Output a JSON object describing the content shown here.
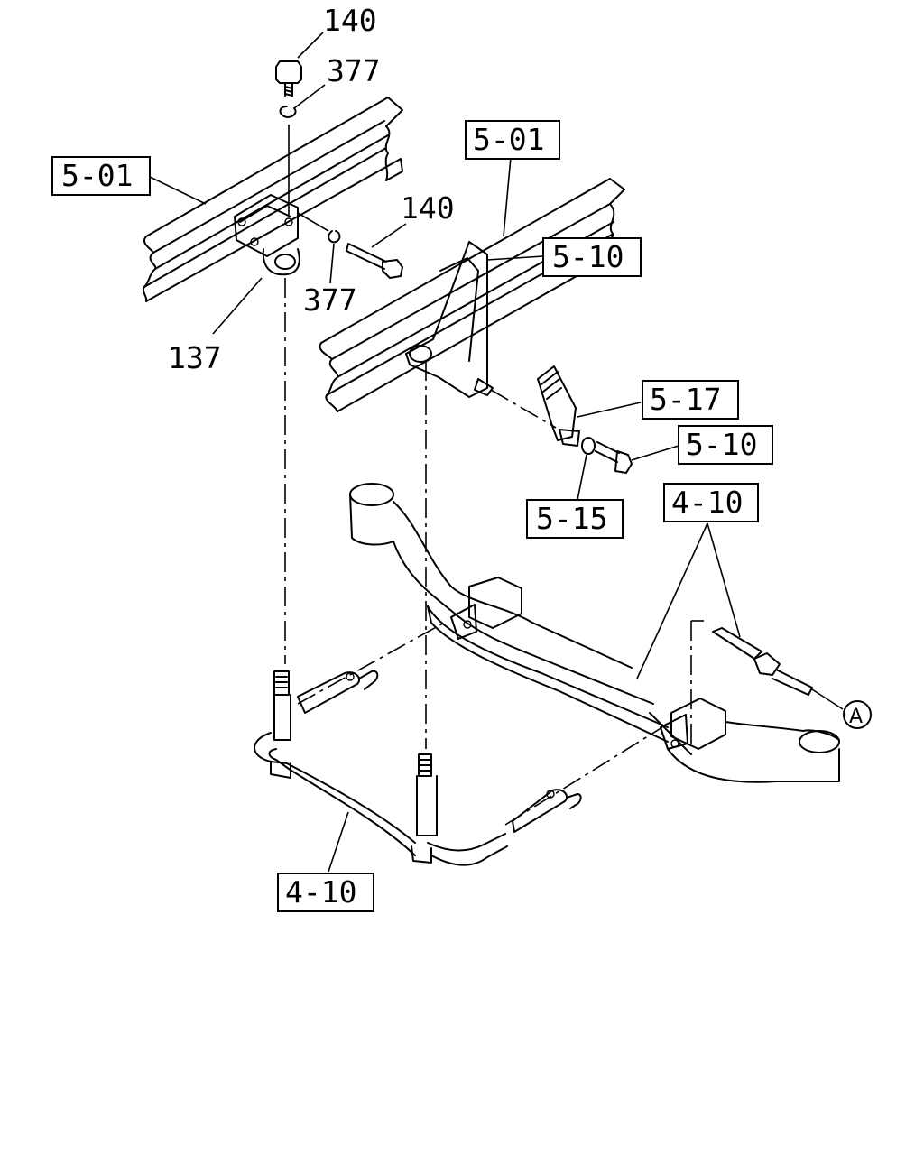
{
  "labels": {
    "bolt_top": "140",
    "washer_top": "377",
    "frame_left": "5-01",
    "frame_right": "5-01",
    "bolt_side": "140",
    "washer_side": "377",
    "bracket": "137",
    "bracket_ref": "5-10",
    "shock_ref": "5-17",
    "bolt_ref": "5-10",
    "washer_ref": "5-15",
    "axle_ref": "4-10",
    "stabilizer_ref": "4-10",
    "view_marker": "A"
  }
}
